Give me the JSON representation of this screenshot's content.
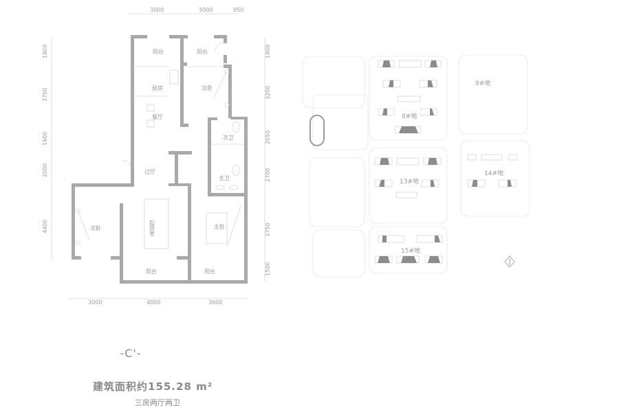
{
  "floor_plan": {
    "unit_code": "-C'-",
    "area_text": "建筑面积约155.28 m²",
    "layout_text": "三房两厅两卫",
    "dimensions": {
      "top": [
        "3000",
        "3000",
        "950"
      ],
      "left": [
        "1800",
        "3700",
        "1600",
        "2000",
        "4400"
      ],
      "right": [
        "1800",
        "3200",
        "2050",
        "2700",
        "3750",
        "1500"
      ],
      "bottom": [
        "3000",
        "4000",
        "3600"
      ]
    },
    "rooms": {
      "balcony_top_left": "阳台",
      "balcony_top_right": "阳台",
      "kitchen": "厨房",
      "bedroom_top": "次卧",
      "dining": "餐厅",
      "second_bath": "次卫",
      "hall": "过厅",
      "master_bath": "主卫",
      "bedroom_left": "次卧",
      "living": "起居室",
      "master_bedroom": "主卧",
      "balcony_bottom_left": "阳台",
      "balcony_bottom_right": "阳台"
    }
  },
  "site_plan": {
    "plots": [
      "8#地",
      "9#地",
      "13#地",
      "14#地",
      "15#地"
    ]
  },
  "colors": {
    "wall": "#a9a9a9",
    "text": "#9a9a9a"
  }
}
